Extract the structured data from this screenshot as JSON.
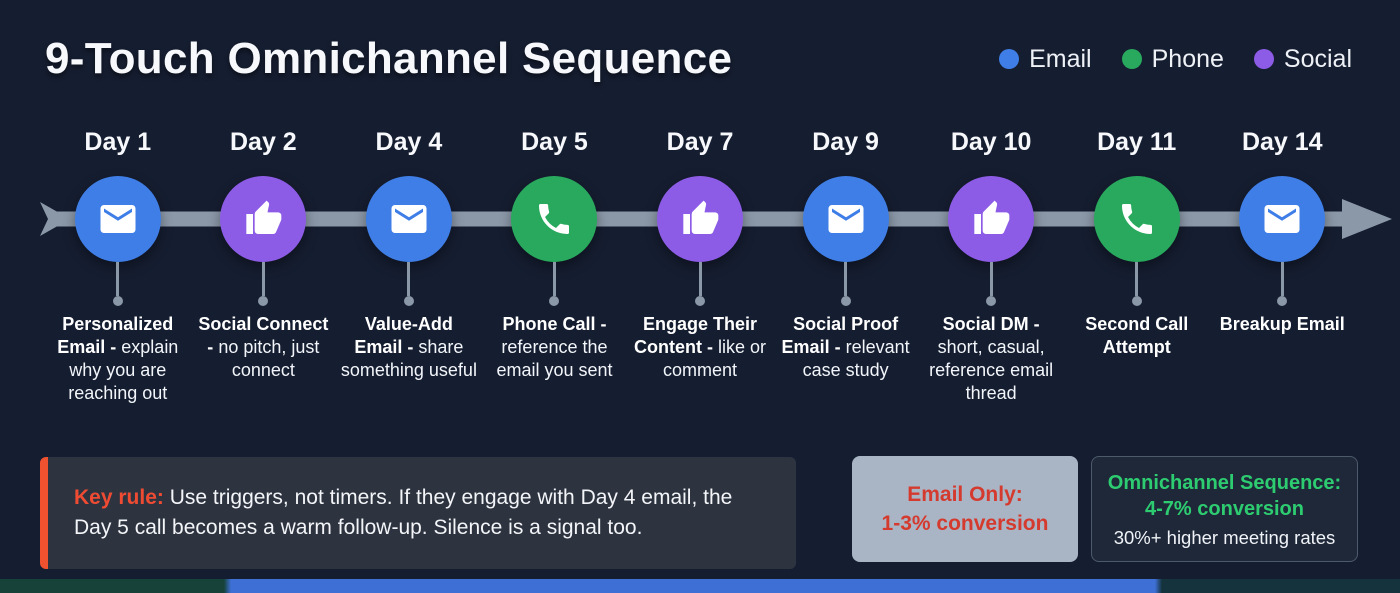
{
  "title": "9-Touch Omnichannel Sequence",
  "legend": [
    {
      "label": "Email",
      "color": "#3f7ee6"
    },
    {
      "label": "Phone",
      "color": "#28a95d"
    },
    {
      "label": "Social",
      "color": "#8d5ce6"
    }
  ],
  "channel_colors": {
    "email": "#3f7ee6",
    "phone": "#28a95d",
    "social": "#8d5ce6"
  },
  "timeline": {
    "arrow_color": "#8b98a8",
    "steps": [
      {
        "day": "Day 1",
        "channel": "email",
        "title": "Personalized Email -",
        "desc": "explain why you are reaching out"
      },
      {
        "day": "Day 2",
        "channel": "social",
        "title": "Social Connect -",
        "desc": "no pitch, just connect"
      },
      {
        "day": "Day 4",
        "channel": "email",
        "title": "Value-Add Email -",
        "desc": "share something useful"
      },
      {
        "day": "Day 5",
        "channel": "phone",
        "title": "Phone Call -",
        "desc": "reference the email you sent"
      },
      {
        "day": "Day 7",
        "channel": "social",
        "title": "Engage Their Content -",
        "desc": "like or comment"
      },
      {
        "day": "Day 9",
        "channel": "email",
        "title": "Social Proof Email -",
        "desc": "relevant case study"
      },
      {
        "day": "Day 10",
        "channel": "social",
        "title": "Social DM -",
        "desc": "short, casual, reference email thread"
      },
      {
        "day": "Day 11",
        "channel": "phone",
        "title": "Second Call Attempt",
        "desc": ""
      },
      {
        "day": "Day 14",
        "channel": "email",
        "title": "Breakup Email",
        "desc": ""
      }
    ]
  },
  "key_rule": {
    "label": "Key rule:",
    "text": "Use triggers, not timers. If they engage with Day 4 email, the Day 5 call becomes a warm follow-up. Silence is a signal too.",
    "accent_color": "#f0512f"
  },
  "stats": {
    "email_only": {
      "line1": "Email Only:",
      "line2": "1-3% conversion",
      "text_color": "#d53a2e"
    },
    "omnichannel": {
      "line1": "Omnichannel Sequence:",
      "line2": "4-7% conversion",
      "line3": "30%+ higher meeting rates",
      "text_color": "#2ecc71"
    }
  }
}
